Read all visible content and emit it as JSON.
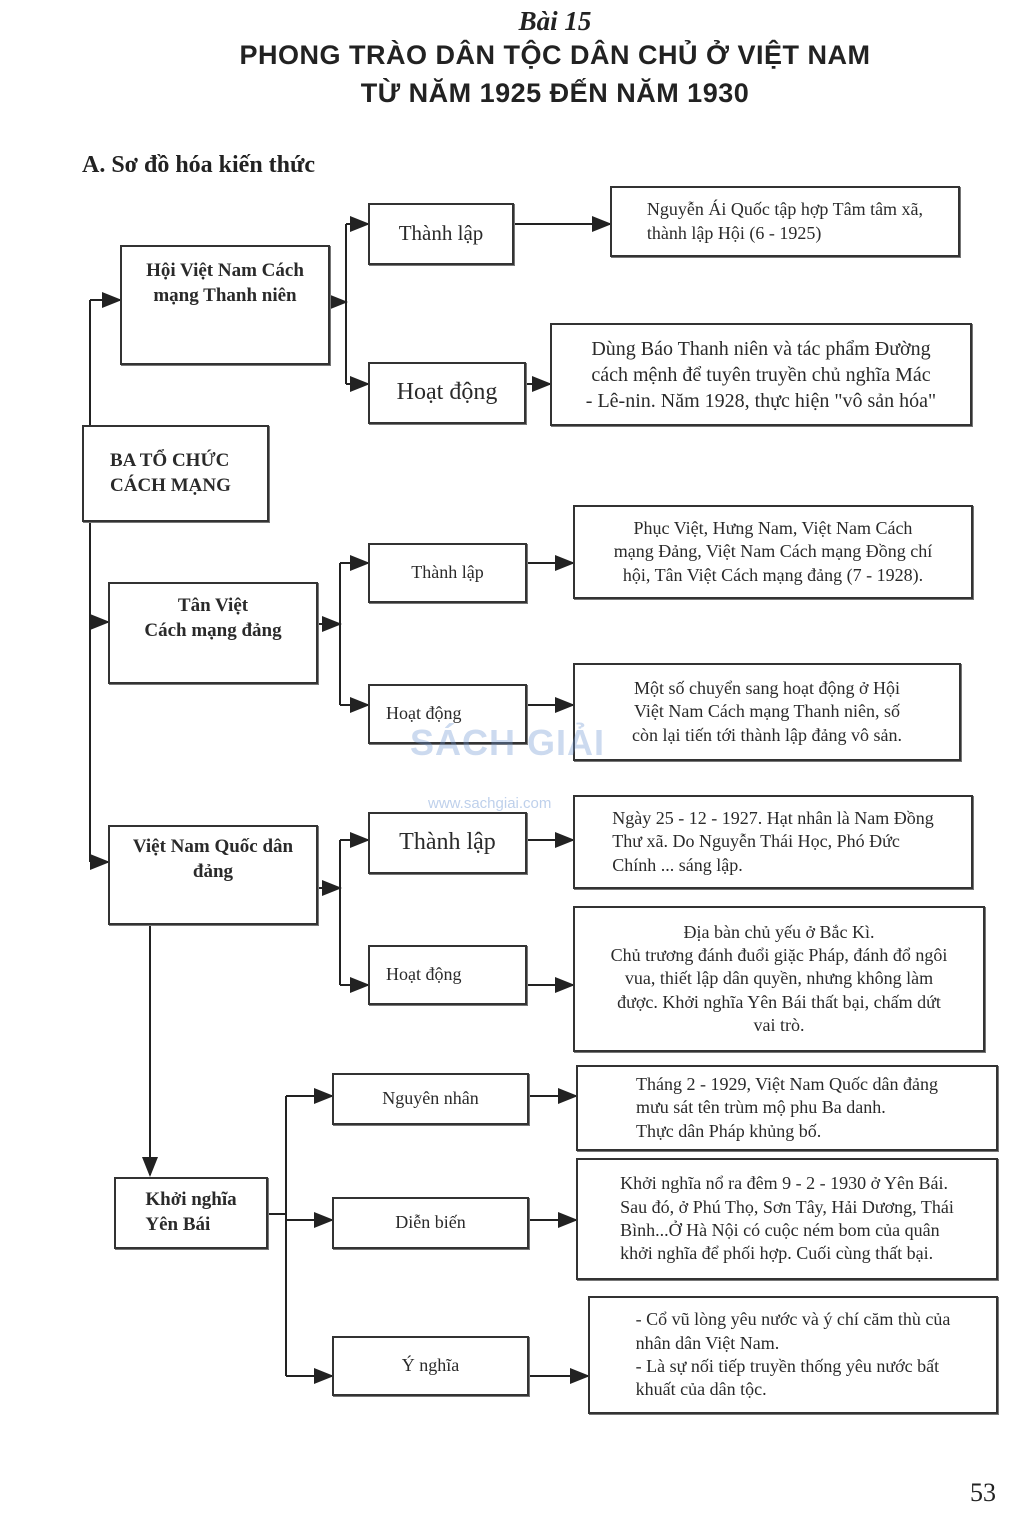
{
  "header": {
    "lesson": "Bài 15",
    "title_line1": "PHONG TRÀO DÂN TỘC DÂN CHỦ Ở VIỆT NAM",
    "title_line2": "TỪ NĂM 1925 ĐẾN NĂM 1930"
  },
  "section_title": "A. Sơ đồ hóa kiến thức",
  "root": "BA TỔ CHỨC\nCÁCH MẠNG",
  "org1": {
    "name": "Hội Việt Nam Cách\nmạng Thanh niên",
    "founding_label": "Thành lập",
    "founding_text": "Nguyễn Ái Quốc tập hợp Tâm tâm xã,\nthành lập Hội (6 - 1925)",
    "activity_label": "Hoạt động",
    "activity_text": "Dùng Báo Thanh niên và tác phẩm Đường\ncách mệnh để tuyên truyền chủ nghĩa Mác\n- Lê-nin. Năm 1928, thực hiện \"vô sản hóa\""
  },
  "org2": {
    "name": "Tân Việt\nCách mạng đảng",
    "founding_label": "Thành lập",
    "founding_text": "Phục Việt, Hưng Nam, Việt Nam Cách\nmạng Đảng, Việt Nam Cách mạng Đồng chí\nhội, Tân Việt Cách mạng đảng (7 - 1928).",
    "activity_label": "Hoạt động",
    "activity_text": "Một số chuyển sang hoạt động ở Hội\nViệt Nam Cách mạng Thanh niên, số\ncòn lại tiến tới thành lập đảng vô sản."
  },
  "org3": {
    "name": "Việt Nam Quốc dân\nđảng",
    "founding_label": "Thành lập",
    "founding_text": "Ngày 25 - 12 - 1927. Hạt nhân là Nam Đồng\nThư xã. Do Nguyễn Thái Học, Phó Đức\nChính ... sáng lập.",
    "activity_label": "Hoạt động",
    "activity_text": "Địa bàn chủ yếu ở Bắc Kì.\nChủ trương đánh đuổi giặc Pháp, đánh đổ ngôi\nvua, thiết lập dân quyền, nhưng không làm\nđược. Khởi nghĩa Yên Bái thất bại, chấm dứt\nvai trò."
  },
  "uprising": {
    "name": "Khởi nghĩa\nYên Bái",
    "cause_label": "Nguyên nhân",
    "cause_text": "Tháng 2 - 1929, Việt Nam Quốc dân đảng\nmưu sát tên trùm mộ phu Ba danh.\nThực dân Pháp khủng bố.",
    "event_label": "Diễn biến",
    "event_text": "Khởi nghĩa nổ ra đêm 9 - 2 - 1930 ở Yên Bái.\nSau đó, ở Phú Thọ, Sơn Tây, Hải Dương, Thái\nBình...Ở Hà Nội có cuộc ném bom của quân\nkhởi nghĩa để phối hợp. Cuối cùng thất bại.",
    "meaning_label": "Ý nghĩa",
    "meaning_text": "- Cổ vũ lòng yêu nước và ý chí căm thù của\nnhân dân Việt Nam.\n- Là sự nối tiếp truyền thống yêu nước bất\nkhuất của dân tộc."
  },
  "watermark": {
    "brand": "SÁCH GIẢI",
    "url": "www.sachgiai.com"
  },
  "page_number": "53"
}
